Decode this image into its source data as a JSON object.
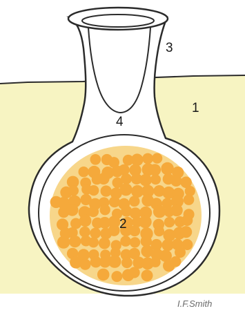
{
  "labels": {
    "ground": "1",
    "yolk_ball": "2",
    "neck_rim": "3",
    "chamber": "4"
  },
  "credit": "I.F.Smith",
  "colors": {
    "ground": "#f7f4c2",
    "background": "#ffffff",
    "outline": "#2b2b2b",
    "inner_surface": "#ffffff",
    "pollen_fill": "#f2b14a",
    "pollen_grain": "#f5a93b",
    "pollen_gap": "#f7d68a"
  }
}
